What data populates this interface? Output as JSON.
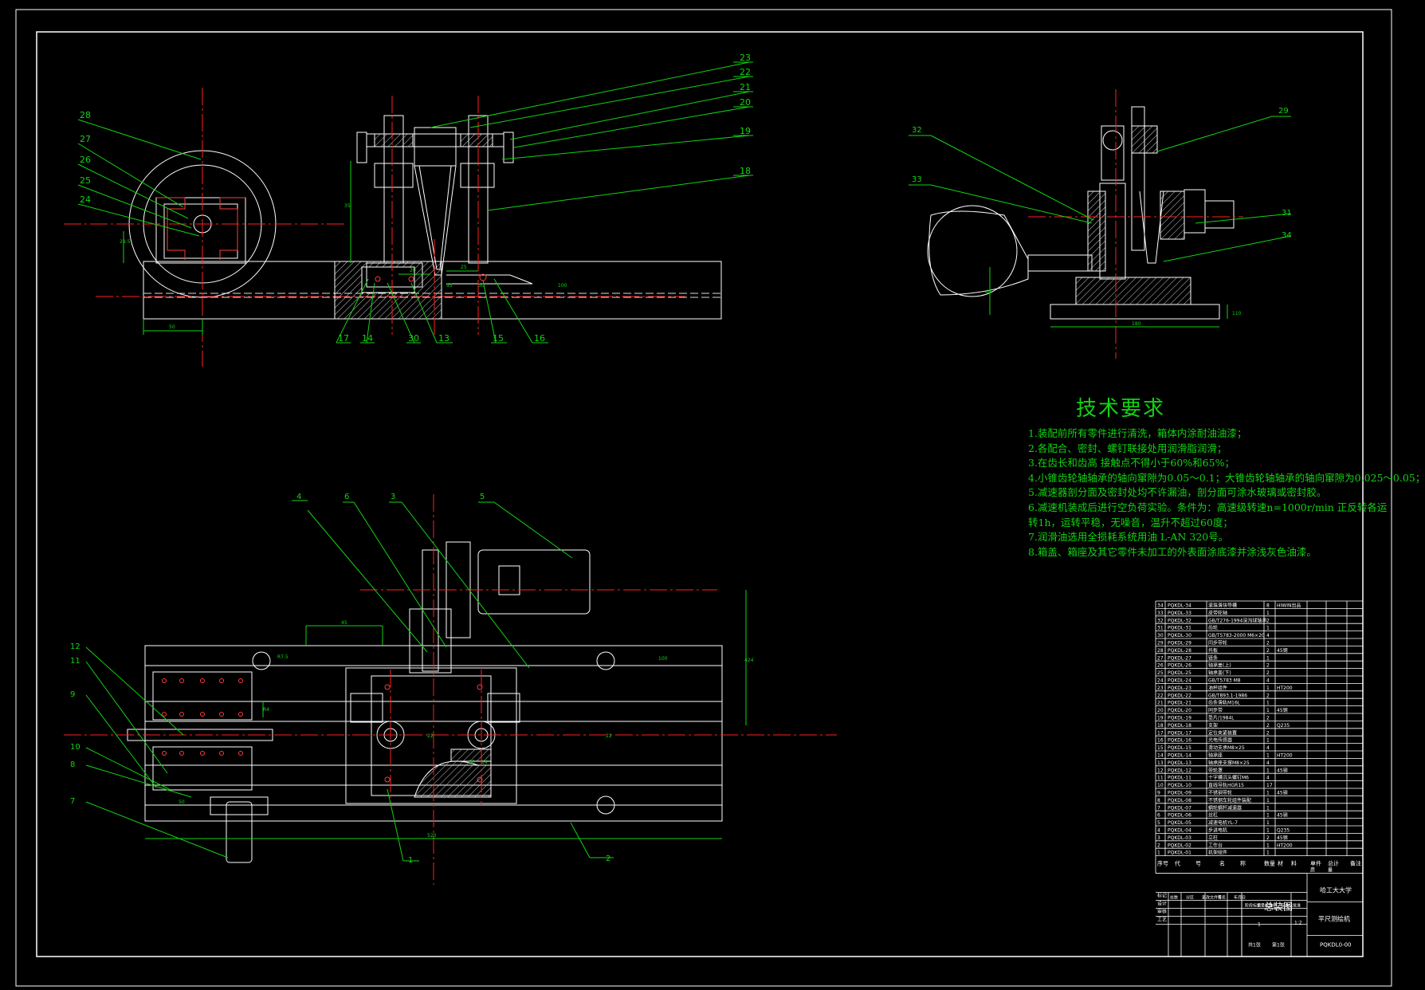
{
  "balloons_front": [
    "23",
    "22",
    "21",
    "20",
    "19",
    "18",
    "28",
    "27",
    "26",
    "25",
    "24",
    "17",
    "14",
    "30",
    "13",
    "15",
    "16"
  ],
  "balloons_side": [
    "29",
    "32",
    "33",
    "31",
    "34"
  ],
  "balloons_plan": [
    "4",
    "6",
    "3",
    "5",
    "12",
    "11",
    "9",
    "10",
    "8",
    "7",
    "1",
    "2"
  ],
  "dims_front": [
    "50",
    "20",
    "25",
    "35",
    "95",
    "30",
    "100",
    "29.5"
  ],
  "dims_side": [
    "180",
    "110",
    "40"
  ],
  "dims_plan": [
    "45",
    "100",
    "R7.5",
    "R4",
    "22",
    "22",
    "50",
    "14",
    "520",
    "424",
    "36"
  ],
  "tech": {
    "title": "技术要求",
    "items": [
      "1.装配前所有零件进行清洗，箱体内涂耐油油漆；",
      "2.各配合、密封、螺钉联接处用润滑脂润滑；",
      "3.在齿长和齿高 接触点不得小于60%和65%；",
      "4.小锥齿轮轴轴承的轴向窜隙为0.05～0.1；大锥齿轮轴轴承的轴向窜隙为0.025～0.05；",
      "5.减速器剖分面及密封处均不许漏油，剖分面可涂水玻璃或密封胶。",
      "6.减速机装成后进行空负荷实验。条件为：高速级转速n=1000r/min 正反转各运",
      "  转1h，运转平稳，无噪音，温升不超过60度；",
      "7.润滑油选用全损耗系统用油 L-AN 320号。",
      "8.箱盖、箱座及其它零件未加工的外表面涂底漆并涂浅灰色油漆。"
    ]
  },
  "bom": {
    "rows": [
      [
        "34",
        "PQKDL-34",
        "滚珠滑块导槽",
        "8",
        "HIWIN出品"
      ],
      [
        "33",
        "PQKDL-33",
        "皮带轮轴",
        "1",
        ""
      ],
      [
        "32",
        "PQKDL-32",
        "GB/T276-1994深沟球轴承",
        "2",
        ""
      ],
      [
        "31",
        "PQKDL-31",
        "齿轮",
        "1",
        ""
      ],
      [
        "30",
        "PQKDL-30",
        "GB/T5783-2000 M6×20",
        "4",
        ""
      ],
      [
        "29",
        "PQKDL-29",
        "同步带轮",
        "2",
        ""
      ],
      [
        "28",
        "PQKDL-28",
        "托板",
        "2",
        "45钢"
      ],
      [
        "27",
        "PQKDL-27",
        "链条",
        "1",
        ""
      ],
      [
        "26",
        "PQKDL-26",
        "轴承盖(上)",
        "2",
        ""
      ],
      [
        "25",
        "PQKDL-25",
        "轴承盖(下)",
        "2",
        ""
      ],
      [
        "24",
        "PQKDL-24",
        "GB/T5783 M8",
        "4",
        ""
      ],
      [
        "23",
        "PQKDL-23",
        "油杯组件",
        "1",
        "HT200"
      ],
      [
        "22",
        "PQKDL-22",
        "GB/T893.1-1986",
        "2",
        ""
      ],
      [
        "21",
        "PQKDL-21",
        "齿条滑轨M16L",
        "1",
        ""
      ],
      [
        "20",
        "PQKDL-20",
        "同步带",
        "1",
        "45钢"
      ],
      [
        "19",
        "PQKDL-19",
        "垫片/1984L",
        "2",
        ""
      ],
      [
        "18",
        "PQKDL-18",
        "支架",
        "2",
        "Q235"
      ],
      [
        "17",
        "PQKDL-17",
        "定位夹紧装置",
        "2",
        ""
      ],
      [
        "16",
        "PQKDL-16",
        "光电传感器",
        "1",
        ""
      ],
      [
        "15",
        "PQKDL-15",
        "滑动支承M8×25",
        "4",
        ""
      ],
      [
        "14",
        "PQKDL-14",
        "轴承座",
        "1",
        "HT200"
      ],
      [
        "13",
        "PQKDL-13",
        "轴承座支撑M8×25",
        "4",
        ""
      ],
      [
        "12",
        "PQKDL-12",
        "带轮罩",
        "1",
        "45钢"
      ],
      [
        "11",
        "PQKDL-11",
        "十字槽沉头螺钉M6",
        "4",
        ""
      ],
      [
        "10",
        "PQKDL-10",
        "直线导轨HGR15",
        "17",
        ""
      ],
      [
        "9",
        "PQKDL-09",
        "不锈钢带轮",
        "1",
        "45钢"
      ],
      [
        "8",
        "PQKDL-08",
        "不锈钢车轮组件装配",
        "1",
        ""
      ],
      [
        "7",
        "PQKDL-07",
        "蜗轮蜗杆减速器",
        "1",
        ""
      ],
      [
        "6",
        "PQKDL-06",
        "丝杠",
        "1",
        "45钢"
      ],
      [
        "5",
        "PQKDL-05",
        "减速电机YL-7",
        "1",
        ""
      ],
      [
        "4",
        "PQKDL-04",
        "步进电机",
        "1",
        "Q235"
      ],
      [
        "3",
        "PQKDL-03",
        "立柱",
        "2",
        "45钢"
      ],
      [
        "2",
        "PQKDL-02",
        "工作台",
        "1",
        "HT200"
      ],
      [
        "1",
        "PQKDL-01",
        "机架组件",
        "1",
        ""
      ]
    ],
    "header": [
      "序号",
      "代",
      "号",
      "名",
      "称",
      "数量",
      "材",
      "料",
      "单件",
      "总计",
      "备注"
    ],
    "header_sub": [
      "质",
      "量"
    ],
    "title_block": {
      "school": "哈工大大学",
      "drawing_name": "总装图",
      "product": "平尺测绘机",
      "drawing_no": "PQKDL0-00",
      "scale": "1:2",
      "sheet": "共1张",
      "sheet_no": "第1张",
      "quantity": "1",
      "rows": [
        "标记",
        "设计",
        "审核",
        "工艺"
      ],
      "cols": [
        "处数",
        "分区",
        "更改文件号",
        "签名",
        "年月日"
      ],
      "extra": [
        "阶段标记",
        "重量(kg)",
        "比例",
        "标准化",
        "批准"
      ]
    }
  }
}
